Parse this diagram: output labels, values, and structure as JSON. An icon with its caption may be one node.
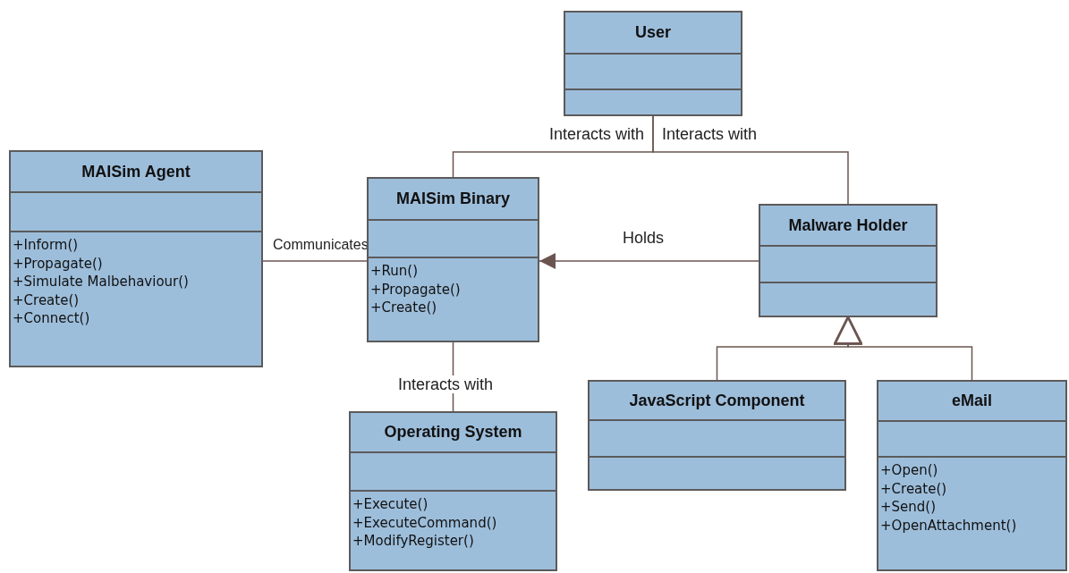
{
  "diagram": {
    "nodes": [
      {
        "text": [
          "User"
        ]
      },
      {
        "text": [
          "MAISim Agent",
          "+Inform()",
          "+Propagate()",
          "+Simulate Malbehaviour()",
          "+Create()",
          "+Connect()"
        ]
      },
      {
        "text": [
          "MAISim Binary",
          "+Run()",
          "+Propagate()",
          "+Create()"
        ]
      },
      {
        "text": [
          "Malware Holder"
        ]
      },
      {
        "text": [
          "Operating System",
          "+Execute()",
          "+ExecuteCommand()",
          "+ModifyRegister()"
        ]
      },
      {
        "text": [
          "JavaScript Component"
        ]
      },
      {
        "text": [
          "eMail",
          "+Open()",
          "+Create()",
          "+Send()",
          "+OpenAttachment()"
        ]
      }
    ],
    "edges": [
      {
        "from": 0,
        "to": 2,
        "arrow": "none",
        "label": "Interacts with"
      },
      {
        "from": 0,
        "to": 3,
        "arrow": "none",
        "label": "Interacts with"
      },
      {
        "from": 1,
        "to": 2,
        "arrow": "none",
        "label": "Communicates"
      },
      {
        "from": 3,
        "to": 2,
        "arrow": "to",
        "label": "Holds"
      },
      {
        "from": 2,
        "to": 4,
        "arrow": "none",
        "label": "Interacts with"
      },
      {
        "from": 5,
        "to": 3,
        "arrow": "to"
      },
      {
        "from": 6,
        "to": 3,
        "arrow": "to"
      }
    ]
  }
}
